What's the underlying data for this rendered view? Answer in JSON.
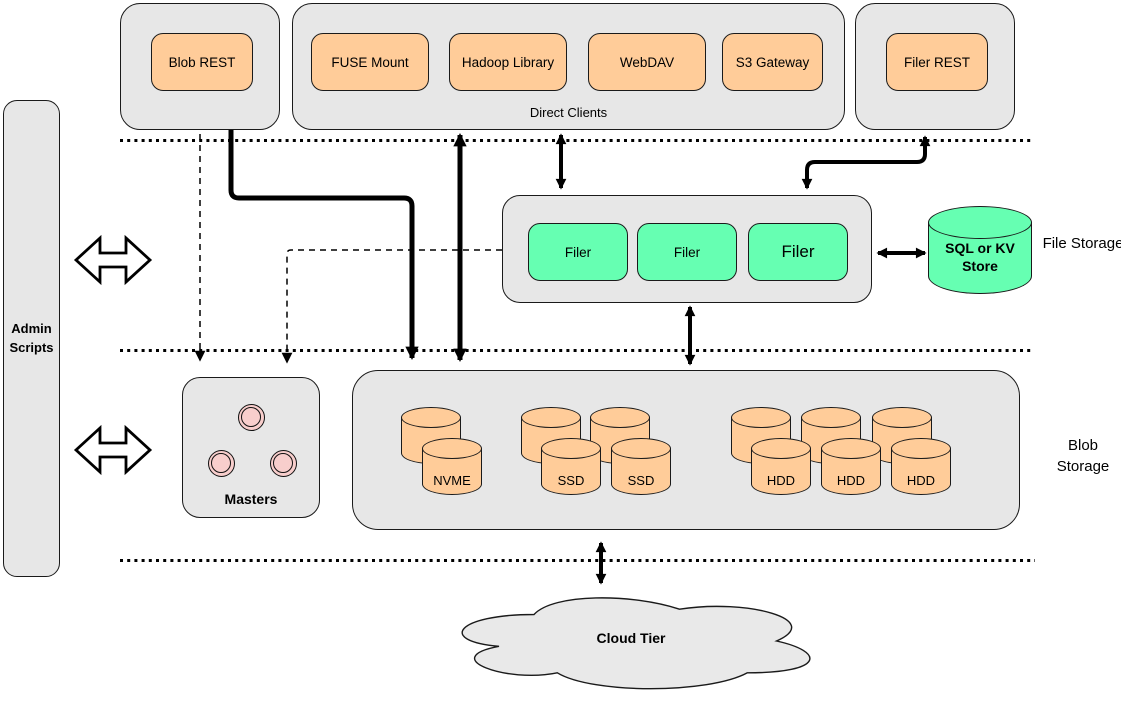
{
  "colors": {
    "container_fill": "#e7e7e7",
    "node_orange": "#ffcc99",
    "node_green": "#66ffb2",
    "node_pink": "#f8cecc",
    "line": "#000000"
  },
  "admin": {
    "label": "Admin Scripts"
  },
  "top_row": {
    "blob_rest": {
      "label": "Blob REST"
    },
    "direct_clients": {
      "label": "Direct Clients",
      "clients": [
        {
          "label": "FUSE Mount"
        },
        {
          "label": "Hadoop Library"
        },
        {
          "label": "WebDAV"
        },
        {
          "label": "S3 Gateway"
        }
      ]
    },
    "filer_rest": {
      "label": "Filer REST"
    }
  },
  "file_tier": {
    "filers": [
      {
        "label": "Filer"
      },
      {
        "label": "Filer"
      },
      {
        "label": "Filer"
      }
    ],
    "kv_store": {
      "label": "SQL or KV Store"
    },
    "tier_label": "File Storage"
  },
  "blob_tier": {
    "masters": {
      "label": "Masters"
    },
    "volume_clusters": [
      {
        "name": "nvme",
        "back_count": 1,
        "front": [
          "NVME"
        ]
      },
      {
        "name": "ssd",
        "back_count": 2,
        "front": [
          "SSD",
          "SSD"
        ]
      },
      {
        "name": "hdd",
        "back_count": 3,
        "front": [
          "HDD",
          "HDD",
          "HDD"
        ]
      }
    ],
    "tier_label": "Blob Storage"
  },
  "cloud_tier": {
    "label": "Cloud Tier"
  }
}
